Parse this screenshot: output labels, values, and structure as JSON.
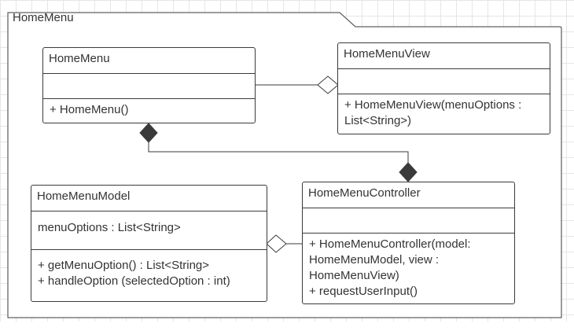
{
  "package": {
    "name": "HomeMenu"
  },
  "classes": {
    "home_menu": {
      "name": "HomeMenu",
      "attributes": [],
      "operations": [
        "+ HomeMenu()"
      ]
    },
    "home_menu_view": {
      "name": "HomeMenuView",
      "attributes": [],
      "operations": [
        "+ HomeMenuView(menuOptions :",
        "List<String>)"
      ]
    },
    "home_menu_model": {
      "name": "HomeMenuModel",
      "attributes": [
        "menuOptions : List<String>"
      ],
      "operations": [
        "+ getMenuOption() : List<String>",
        "+ handleOption (selectedOption : int)"
      ]
    },
    "home_menu_controller": {
      "name": "HomeMenuController",
      "attributes": [],
      "operations": [
        "+ HomeMenuController(model:",
        "HomeMenuModel, view :",
        "HomeMenuView)",
        "+ requestUserInput()"
      ]
    }
  },
  "relations": [
    {
      "type": "aggregation",
      "whole": "HomeMenuView",
      "part": "HomeMenu"
    },
    {
      "type": "composition",
      "whole": "HomeMenu",
      "part": "HomeMenuController"
    },
    {
      "type": "composition",
      "whole": "HomeMenuController",
      "part": "HomeMenu"
    },
    {
      "type": "aggregation",
      "whole": "HomeMenuModel",
      "part": "HomeMenuController"
    }
  ],
  "colors": {
    "stroke": "#3a3a3a",
    "diamond_fill": "#3a3a3a",
    "grid": "#e6e6e6",
    "text": "#333333"
  }
}
